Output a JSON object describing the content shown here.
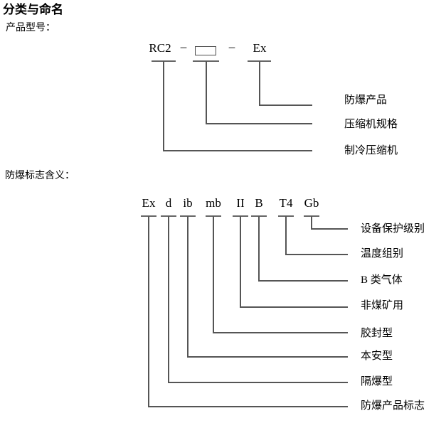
{
  "page": {
    "title": "分类与命名",
    "product_model_label": "产品型号：",
    "mark_meaning_label": "防爆标志含义："
  },
  "model_diagram": {
    "prefix": "RC2",
    "separator1": "–",
    "separator2": "–",
    "suffix": "Ex",
    "labels": [
      "防爆产品",
      "压缩机规格",
      "制冷压缩机"
    ]
  },
  "mark_diagram": {
    "tokens": [
      "Ex",
      "d",
      "ib",
      "mb",
      "II",
      "B",
      "T4",
      "Gb"
    ],
    "labels": [
      "设备保护级别",
      "温度组别",
      "B 类气体",
      "非煤矿用",
      "胶封型",
      "本安型",
      "隔爆型",
      "防爆产品标志"
    ]
  },
  "colors": {
    "text": "#000000",
    "line": "#555555",
    "background": "#ffffff"
  }
}
